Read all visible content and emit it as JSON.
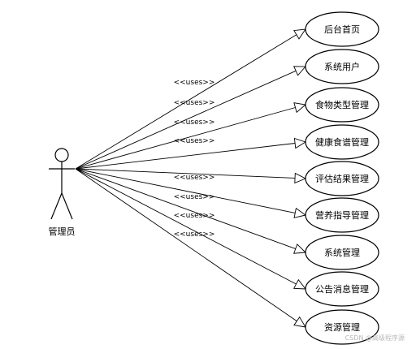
{
  "actor": {
    "name": "管理员"
  },
  "stereotype": "<<uses>>",
  "use_cases": [
    "后台首页",
    "系统用户",
    "食物类型管理",
    "健康食谱管理",
    "评估结果管理",
    "营养指导管理",
    "系统管理",
    "公告消息管理",
    "资源管理"
  ],
  "watermark": "CSDN @高级程序源"
}
